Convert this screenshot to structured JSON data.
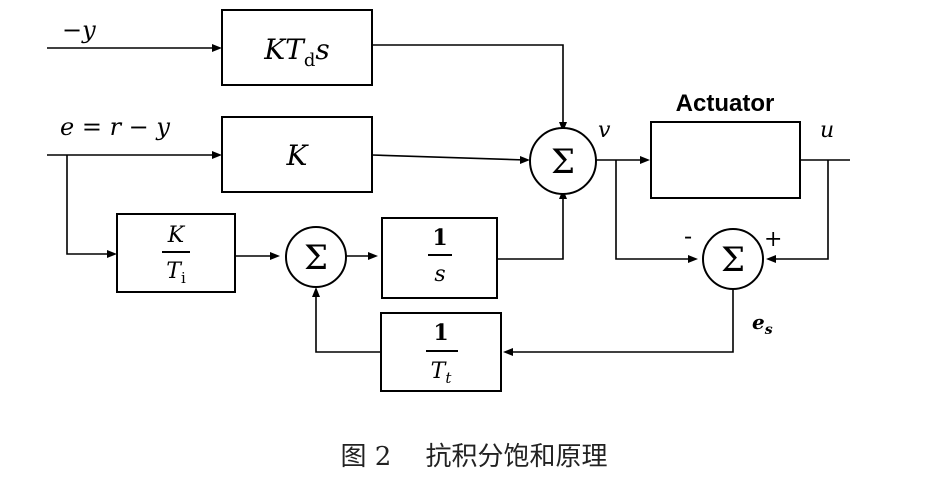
{
  "inputs": {
    "neg_y": "−y",
    "error": "e = r − y"
  },
  "blocks": {
    "derivative": {
      "main": "KT",
      "sub": "d",
      "tail": "s"
    },
    "proportional": {
      "label": "K"
    },
    "integral_gain": {
      "num": "K",
      "den": "T",
      "den_sub": "i"
    },
    "integrator": {
      "num": "1",
      "den": "s"
    },
    "tracking": {
      "num": "1",
      "den": "T",
      "den_sub": "t"
    },
    "actuator": {
      "label": "Actuator"
    }
  },
  "signals": {
    "v": "v",
    "u": "u",
    "es": "e",
    "es_sub": "s",
    "minus": "-",
    "plus": "+"
  },
  "sum_symbol": "Σ",
  "caption": "图 2　 抗积分饱和原理"
}
